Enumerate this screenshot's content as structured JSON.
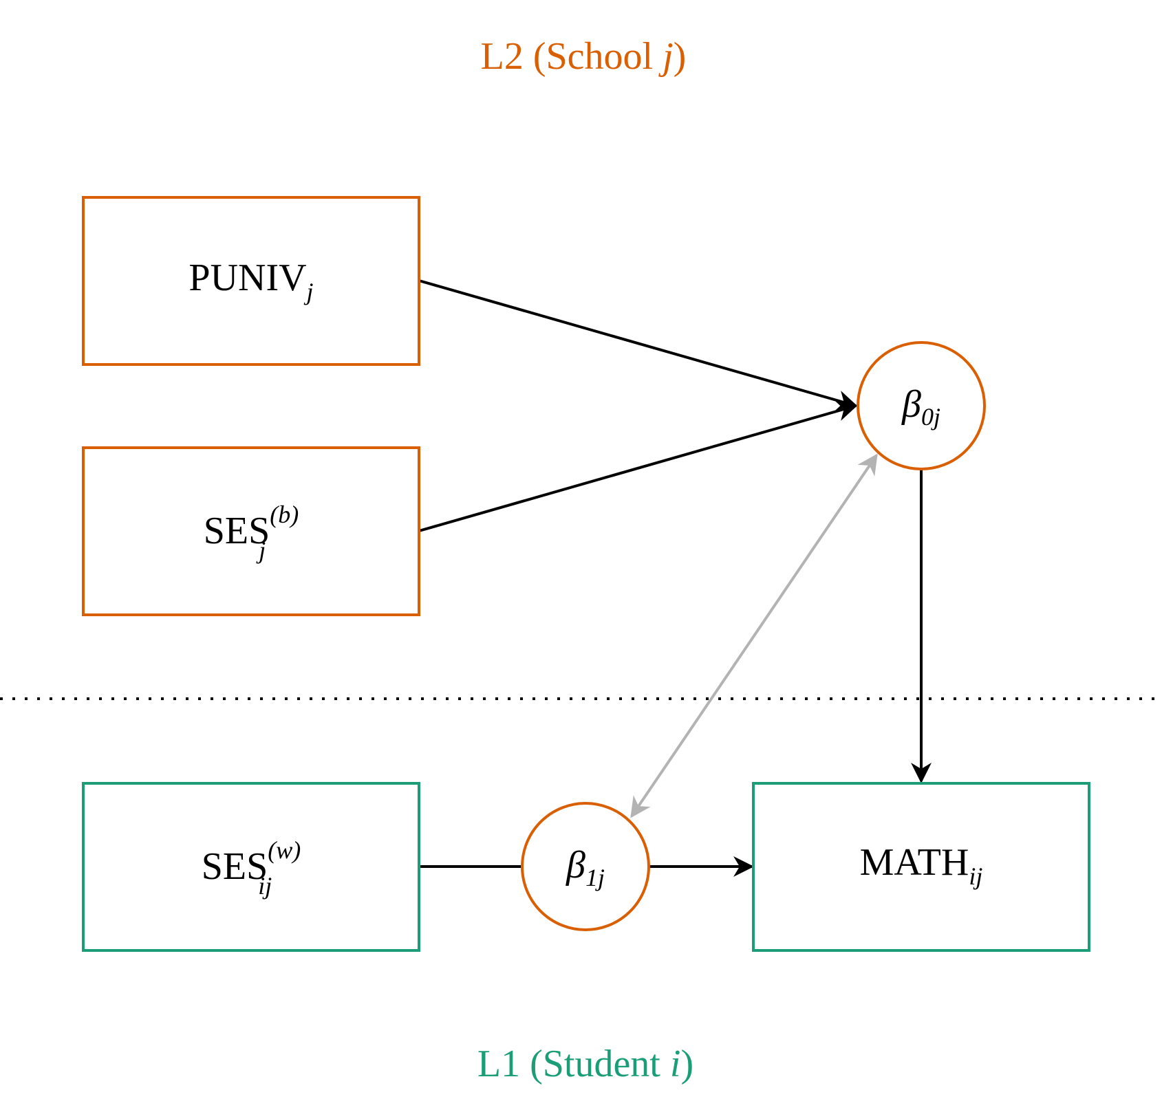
{
  "colors": {
    "level2": "#d95f02",
    "level1": "#1b9e77",
    "arrow": "#000000",
    "covariance": "#b3b3b3"
  },
  "titles": {
    "level2": {
      "prefix": "L2 (School ",
      "index": "j",
      "suffix": ")"
    },
    "level1": {
      "prefix": "L1 (Student ",
      "index": "i",
      "suffix": ")"
    }
  },
  "nodes": {
    "puniv": {
      "name": "PUNIV",
      "sub": "j",
      "sup": ""
    },
    "ses_between": {
      "name": "SES",
      "sub": "j",
      "sup": "(b)"
    },
    "beta0": {
      "name": "β",
      "sub": "0j"
    },
    "ses_within": {
      "name": "SES",
      "sub": "ij",
      "sup": "(w)"
    },
    "beta1": {
      "name": "β",
      "sub": "1j"
    },
    "math": {
      "name": "MATH",
      "sub": "ij",
      "sup": ""
    }
  },
  "edges": [
    {
      "from": "puniv",
      "to": "beta0",
      "type": "directed"
    },
    {
      "from": "ses_between",
      "to": "beta0",
      "type": "directed"
    },
    {
      "from": "beta0",
      "to": "math",
      "type": "directed"
    },
    {
      "from": "ses_within",
      "to": "math",
      "via": "beta1",
      "type": "moderated"
    },
    {
      "from": "beta0",
      "to": "beta1",
      "type": "bidirectional"
    }
  ]
}
